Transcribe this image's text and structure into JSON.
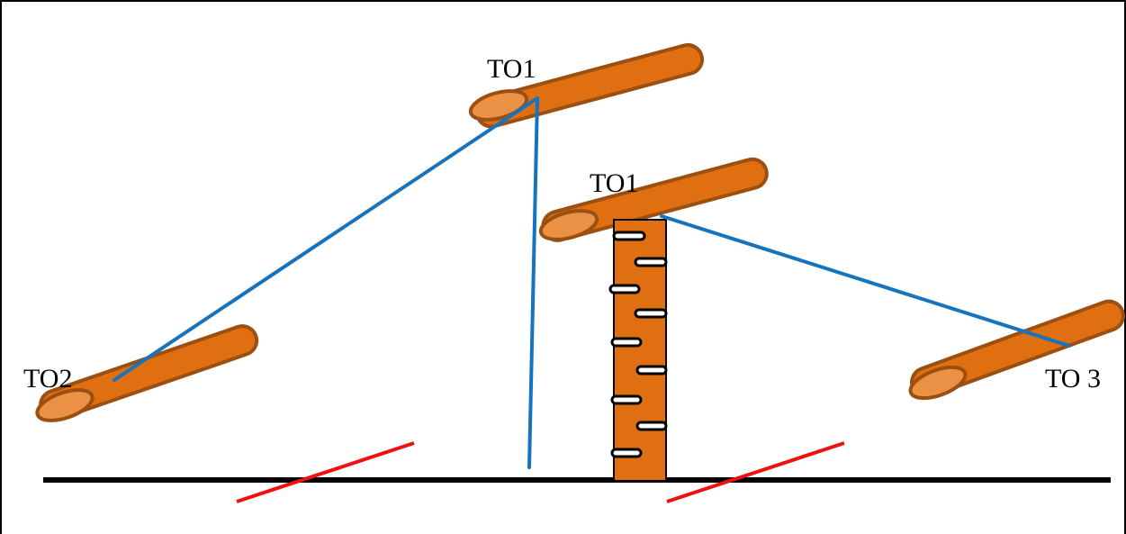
{
  "labels": {
    "top_log": "TO1",
    "center_log": "TO1",
    "left_log": "TO2",
    "right_log": "TO 3"
  },
  "colors": {
    "log_fill": "#e06f12",
    "log_end_fill": "#eb9145",
    "log_outline": "#9b4f10",
    "cable": "#1673bd",
    "anchor_line": "#ee1111",
    "ground": "#000000"
  }
}
